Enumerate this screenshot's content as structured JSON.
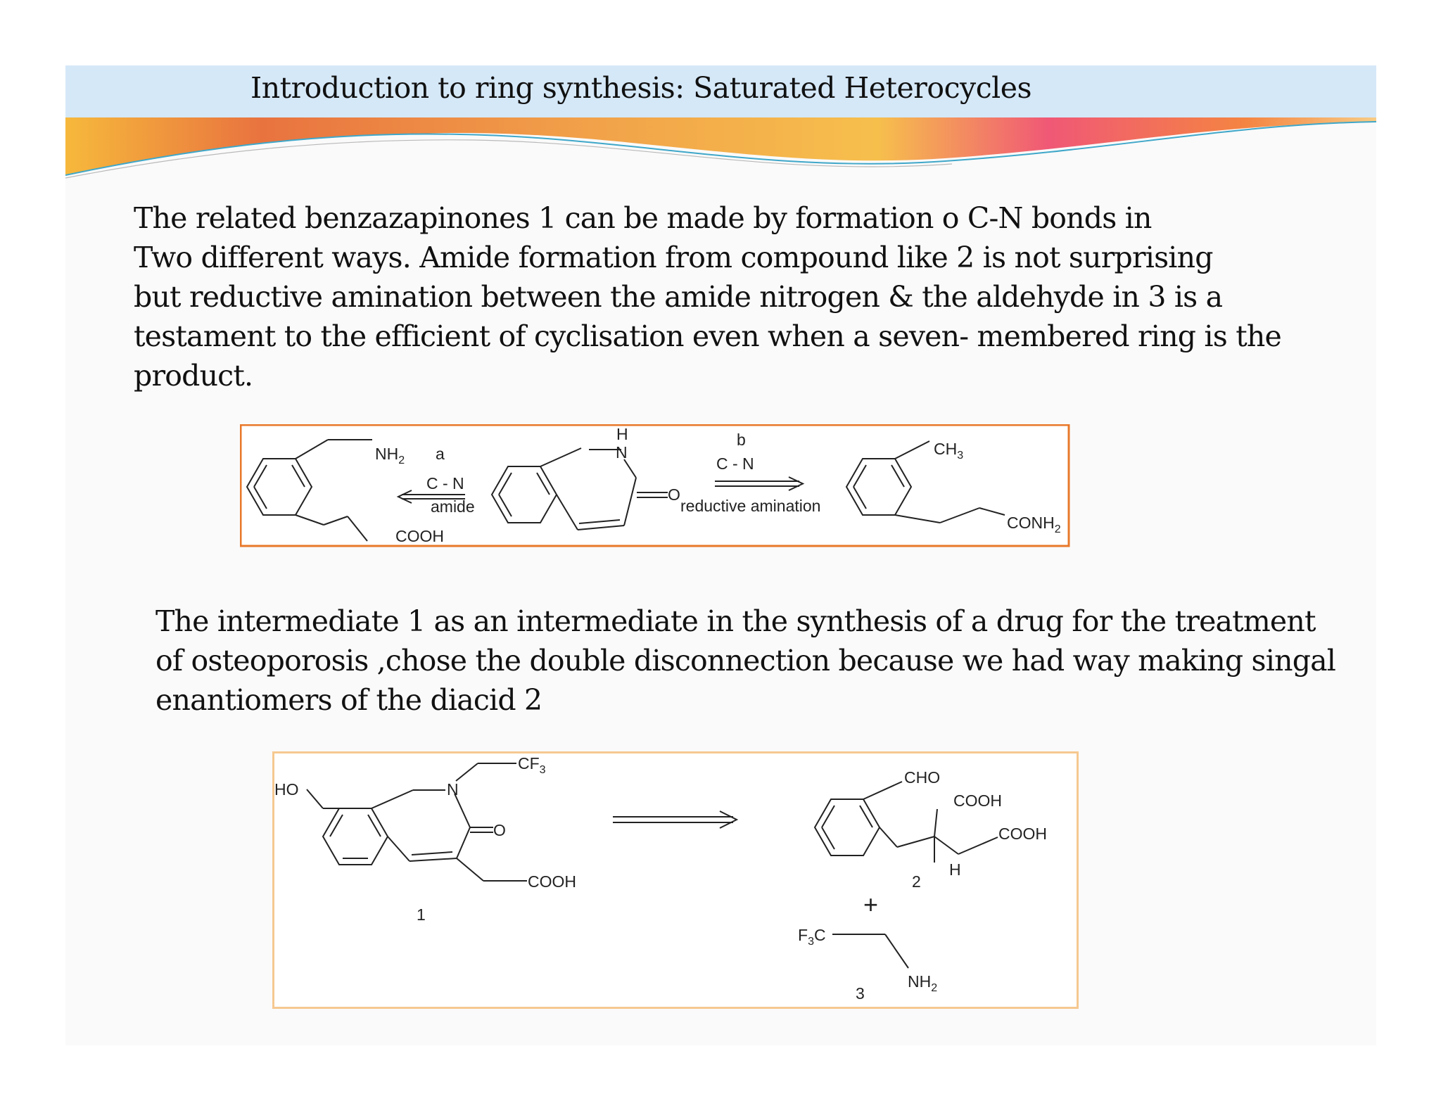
{
  "title": "Introduction to ring synthesis: Saturated Heterocycles",
  "paragraph1": [
    "The related  benzazapinones 1 can be made  by formation o C-N  bonds in",
    "Two different ways. Amide formation from compound  like 2 is not surprising",
    "but reductive amination  between  the amide nitrogen & the aldehyde  in 3 is a",
    " testament to the efficient of cyclisation even when a seven- membered  ring is the",
    " product."
  ],
  "paragraph2": [
    "The intermediate 1 as an intermediate in the synthesis  of a drug  for the treatment",
    " of osteoporosis ,chose the double  disconnection  because  we had way making  singal",
    " enantiomers of the diacid  2"
  ],
  "scheme1": {
    "border_color": "#e8782a",
    "left_amine": "NH",
    "left_amine_sub": "2",
    "left_acid": "COOH",
    "arrow_a_label": "a",
    "arrow_a_bond": "C - N",
    "arrow_a_type": "amide",
    "center_nh_h": "H",
    "center_nh_n": "N",
    "center_carbonyl_o": "O",
    "arrow_b_label": "b",
    "arrow_b_bond": "C - N",
    "arrow_b_type": "reductive amination",
    "right_methyl": "CH",
    "right_methyl_sub": "3",
    "right_amide": "CONH",
    "right_amide_sub": "2"
  },
  "scheme2": {
    "border_color": "#f6c890",
    "target_ho": "HO",
    "target_n": "N",
    "target_cf3": "CF",
    "target_cf3_sub": "3",
    "target_o": "O",
    "target_cooh": "COOH",
    "target_number": "1",
    "diacid_cho": "CHO",
    "diacid_cooh_a": "COOH",
    "diacid_cooh_b": "COOH",
    "diacid_h": "H",
    "diacid_number": "2",
    "plus": "+",
    "amine_f3c": "F",
    "amine_f3c_sub": "3",
    "amine_f3c_c": "C",
    "amine_nh": "NH",
    "amine_nh_sub": "2",
    "amine_number": "3"
  },
  "colors": {
    "title_band": "#d5e8f8",
    "text": "#111111"
  }
}
